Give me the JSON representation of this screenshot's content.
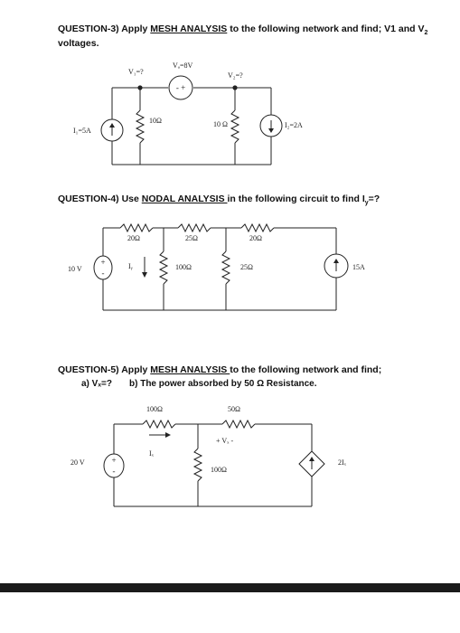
{
  "q3": {
    "prefix": "QUESTION-3) Apply ",
    "method": "MESH ANALYSIS",
    "suffix": " to the following network and find; V1 and V",
    "sub2": "2",
    "line2": "voltages.",
    "labels": {
      "v1": "V₁=?",
      "va": "Vₐ=8V",
      "v2": "V₂=?",
      "i1": "I₁=5A",
      "r1": "10Ω",
      "r2": "10 Ω",
      "i2": "I₂=2A"
    }
  },
  "q4": {
    "prefix": "QUESTION-4) Use ",
    "method": "NODAL ANALYSIS ",
    "suffix": "in the following circuit to find I",
    "sub": "y",
    "tail": "=?",
    "labels": {
      "r_top1": "20Ω",
      "r_top2": "25Ω",
      "r_top3": "20Ω",
      "v_src": "10 V",
      "iy": "Iᵧ",
      "r_mid1": "100Ω",
      "r_mid2": "25Ω",
      "i_src": "15A"
    }
  },
  "q5": {
    "prefix": "QUESTION-5) Apply ",
    "method": "MESH ANALYSIS ",
    "suffix": "to the following network and find;",
    "part_a": "a) Vₓ=?",
    "part_b": "b) The power absorbed by 50 Ω Resistance.",
    "labels": {
      "r_top1": "100Ω",
      "r_top2": "50Ω",
      "vx": "+  Vₓ  -",
      "ix": "Iₓ",
      "v_src": "20 V",
      "r_mid": "100Ω",
      "dep_src": "2Iₓ"
    }
  }
}
